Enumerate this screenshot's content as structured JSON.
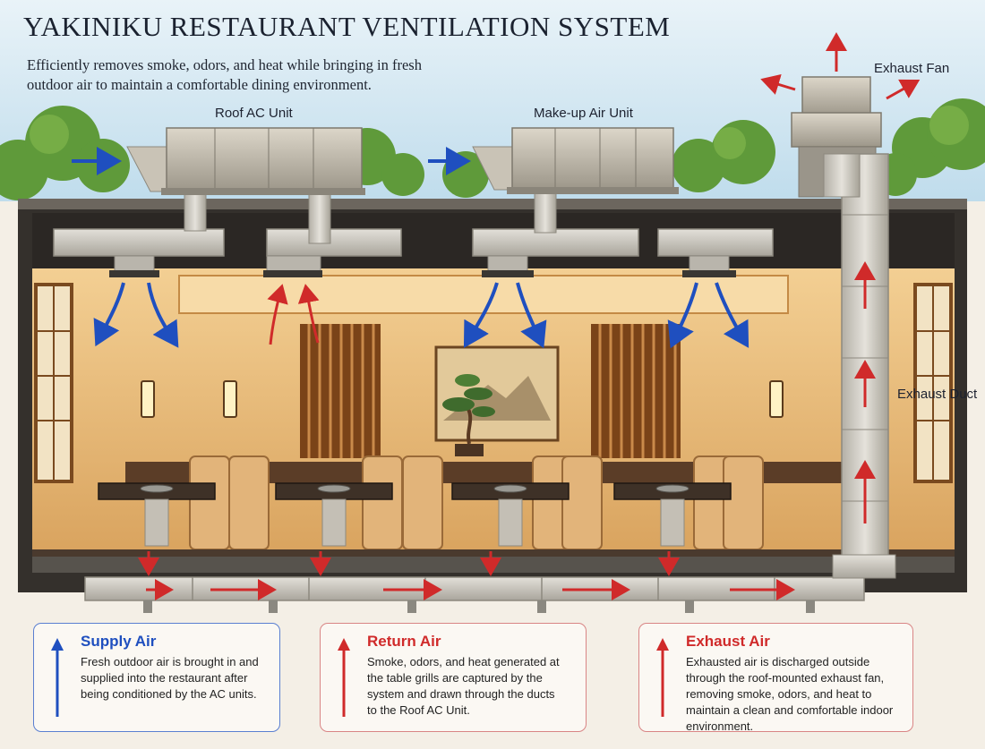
{
  "title": "YAKINIKU RESTAURANT VENTILATION SYSTEM",
  "subtitle": "Efficiently removes smoke, odors, and heat while bringing in fresh outdoor air to maintain a comfortable dining environment.",
  "labels": {
    "roof_ac": "Roof AC Unit",
    "makeup_air": "Make-up Air Unit",
    "exhaust_fan": "Exhaust Fan",
    "exhaust_duct": "Exhaust Duct"
  },
  "legend": [
    {
      "title": "Supply Air",
      "color": "#1f4fbf",
      "description": "Fresh outdoor air is brought in and supplied into the restaurant after being conditioned by the AC units."
    },
    {
      "title": "Return Air",
      "color": "#d02a2a",
      "description": "Smoke, odors, and heat generated at the table grills are captured by the system and drawn through the ducts to the Roof AC Unit."
    },
    {
      "title": "Exhaust Air",
      "color": "#d02a2a",
      "description": "Exhausted air is discharged outside through the roof-mounted exhaust fan, removing smoke, odors, and heat to maintain a clean and comfortable indoor environment."
    }
  ],
  "colors": {
    "supply": "#1f4fbf",
    "return": "#d02a2a",
    "sky": "#cfe6f2",
    "duct": "#c9c5bc",
    "wood": "#a56a32"
  }
}
